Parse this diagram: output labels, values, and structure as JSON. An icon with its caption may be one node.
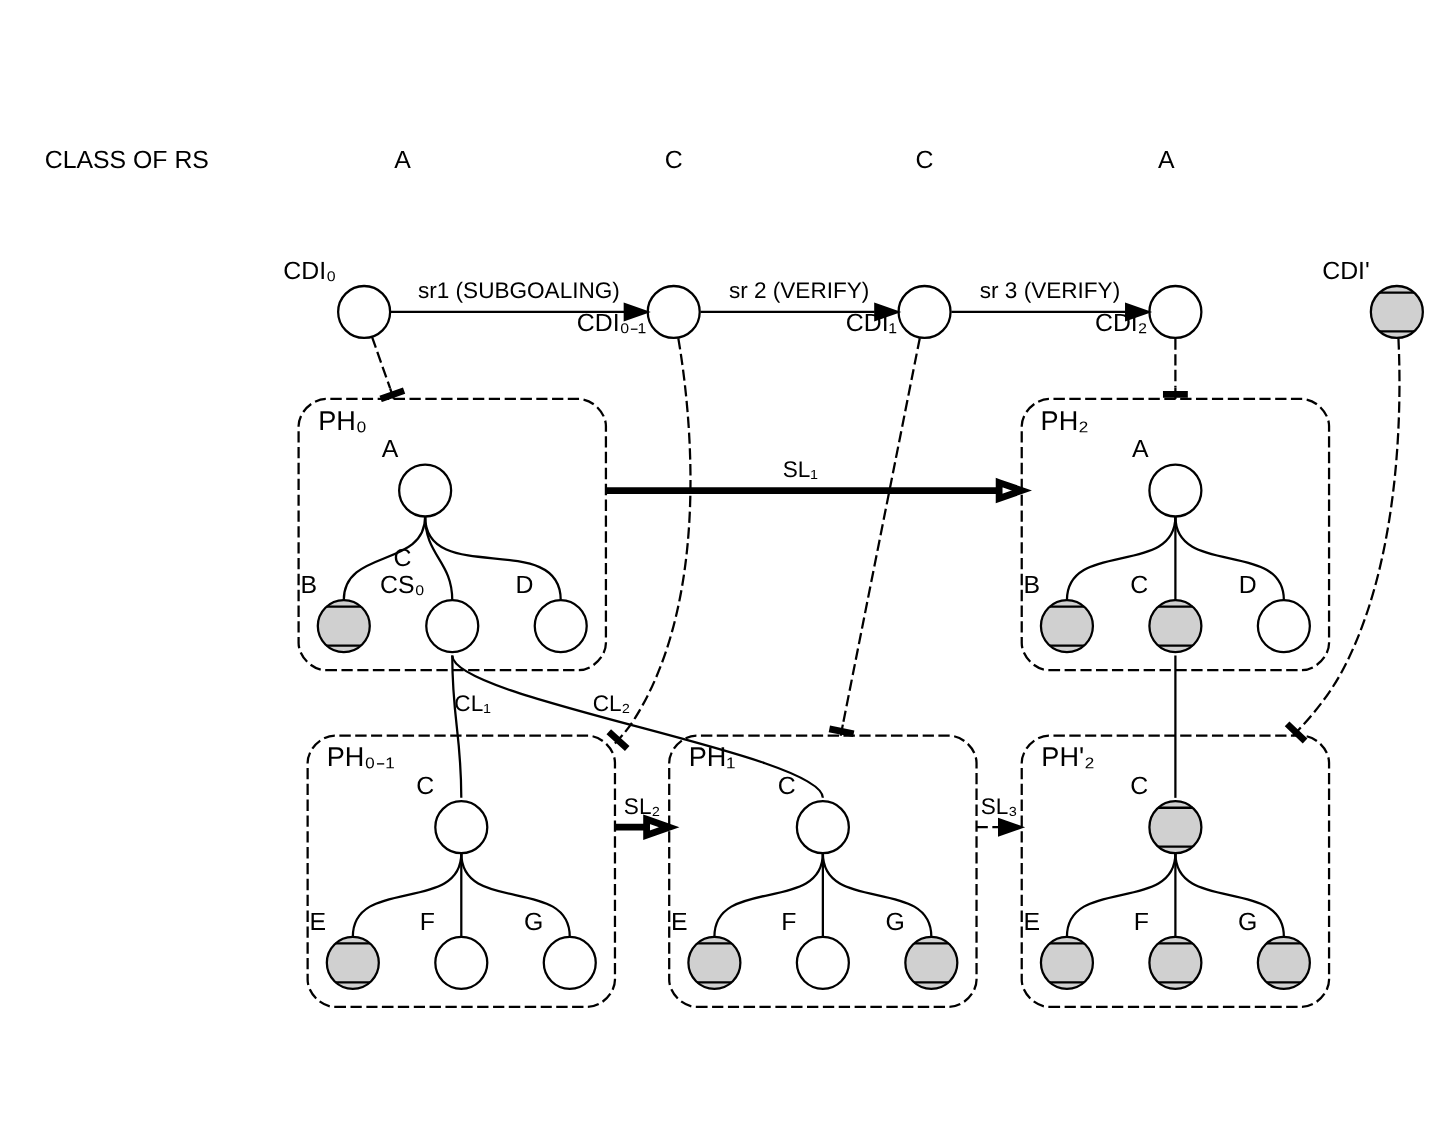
{
  "diagram": {
    "nodes": [
      {
        "text": [],
        "shape": "circle",
        "beside": [
          "CDI₀"
        ]
      },
      {
        "text": [],
        "shape": "circle",
        "beside": [
          "CDI₀₋₁"
        ]
      },
      {
        "text": [],
        "shape": "circle",
        "beside": [
          "CDI₁"
        ]
      },
      {
        "text": [],
        "shape": "circle",
        "beside": [
          "CDI₂"
        ]
      },
      {
        "text": [],
        "shape": "crossed-circle",
        "beside": [
          "CDI'"
        ]
      },
      {
        "text": [
          "PH₀"
        ]
      },
      {
        "text": [],
        "shape": "circle",
        "beside": [
          "A"
        ],
        "in": 5
      },
      {
        "text": [],
        "shape": "crossed-circle",
        "beside": [
          "B"
        ],
        "in": 5
      },
      {
        "text": [],
        "shape": "circle",
        "beside": [
          "C",
          "CS₀"
        ],
        "in": 5
      },
      {
        "text": [],
        "shape": "circle",
        "beside": [
          "D"
        ],
        "in": 5
      },
      {
        "text": [
          "PH₂"
        ]
      },
      {
        "text": [],
        "shape": "circle",
        "beside": [
          "A"
        ],
        "in": 10
      },
      {
        "text": [],
        "shape": "crossed-circle",
        "beside": [
          "B"
        ],
        "in": 10
      },
      {
        "text": [],
        "shape": "crossed-circle",
        "beside": [
          "C"
        ],
        "in": 10
      },
      {
        "text": [],
        "shape": "circle",
        "beside": [
          "D"
        ],
        "in": 10
      },
      {
        "text": [
          "PH₀₋₁"
        ]
      },
      {
        "text": [],
        "shape": "circle",
        "beside": [
          "C"
        ],
        "in": 15
      },
      {
        "text": [],
        "shape": "crossed-circle",
        "beside": [
          "E"
        ],
        "in": 15
      },
      {
        "text": [],
        "shape": "circle",
        "beside": [
          "F"
        ],
        "in": 15
      },
      {
        "text": [],
        "shape": "circle",
        "beside": [
          "G"
        ],
        "in": 15
      },
      {
        "text": [
          "PH₁"
        ]
      },
      {
        "text": [],
        "shape": "circle",
        "beside": [
          "C"
        ],
        "in": 20
      },
      {
        "text": [],
        "shape": "crossed-circle",
        "beside": [
          "E"
        ],
        "in": 20
      },
      {
        "text": [],
        "shape": "circle",
        "beside": [
          "F"
        ],
        "in": 20
      },
      {
        "text": [],
        "shape": "crossed-circle",
        "beside": [
          "G"
        ],
        "in": 20
      },
      {
        "text": [
          "PH'₂"
        ]
      },
      {
        "text": [],
        "shape": "crossed-circle",
        "beside": [
          "C"
        ],
        "in": 25
      },
      {
        "text": [],
        "shape": "crossed-circle",
        "beside": [
          "E"
        ],
        "in": 25
      },
      {
        "text": [],
        "shape": "crossed-circle",
        "beside": [
          "F"
        ],
        "in": 25
      },
      {
        "text": [],
        "shape": "crossed-circle",
        "beside": [
          "G"
        ],
        "in": 25
      }
    ],
    "edges": [
      {
        "from": 0,
        "to": 1,
        "arrow": "to",
        "label": "sr1 (SUBGOALING)"
      },
      {
        "from": 1,
        "to": 2,
        "arrow": "to",
        "label": "sr 2 (VERIFY)"
      },
      {
        "from": 2,
        "to": 3,
        "arrow": "to",
        "label": "sr 3 (VERIFY)"
      },
      {
        "from": 0,
        "to": 5,
        "arrow": "other",
        "style": "dashed"
      },
      {
        "from": 1,
        "to": 15,
        "arrow": "other",
        "style": "dashed"
      },
      {
        "from": 2,
        "to": 20,
        "arrow": "other",
        "style": "dashed"
      },
      {
        "from": 3,
        "to": 10,
        "arrow": "other",
        "style": "dashed"
      },
      {
        "from": 4,
        "to": 25,
        "arrow": "other",
        "style": "dashed"
      },
      {
        "from": 6,
        "to": 7,
        "arrow": "none"
      },
      {
        "from": 6,
        "to": 8,
        "arrow": "none"
      },
      {
        "from": 6,
        "to": 9,
        "arrow": "none"
      },
      {
        "from": 5,
        "to": 10,
        "arrow": "to",
        "label": "SL₁",
        "style": "thick"
      },
      {
        "from": 11,
        "to": 12,
        "arrow": "none"
      },
      {
        "from": 11,
        "to": 13,
        "arrow": "none"
      },
      {
        "from": 11,
        "to": 14,
        "arrow": "none"
      },
      {
        "from": 8,
        "to": 16,
        "arrow": "none",
        "label": "CL₁"
      },
      {
        "from": 8,
        "to": 21,
        "arrow": "none",
        "label": "CL₂"
      },
      {
        "from": 13,
        "to": 26,
        "arrow": "none"
      },
      {
        "from": 16,
        "to": 17,
        "arrow": "none"
      },
      {
        "from": 16,
        "to": 18,
        "arrow": "none"
      },
      {
        "from": 16,
        "to": 19,
        "arrow": "none"
      },
      {
        "from": 15,
        "to": 20,
        "arrow": "to",
        "label": "SL₂",
        "style": "thick"
      },
      {
        "from": 21,
        "to": 22,
        "arrow": "none"
      },
      {
        "from": 21,
        "to": 23,
        "arrow": "none"
      },
      {
        "from": 21,
        "to": 24,
        "arrow": "none"
      },
      {
        "from": 20,
        "to": 25,
        "arrow": "to",
        "label": "SL₃",
        "style": "dashed"
      },
      {
        "from": 26,
        "to": 27,
        "arrow": "none"
      },
      {
        "from": 26,
        "to": 28,
        "arrow": "none"
      },
      {
        "from": 26,
        "to": 29,
        "arrow": "none"
      }
    ],
    "labels": [
      "CLASS OF RS",
      "A",
      "C",
      "C",
      "A"
    ]
  }
}
